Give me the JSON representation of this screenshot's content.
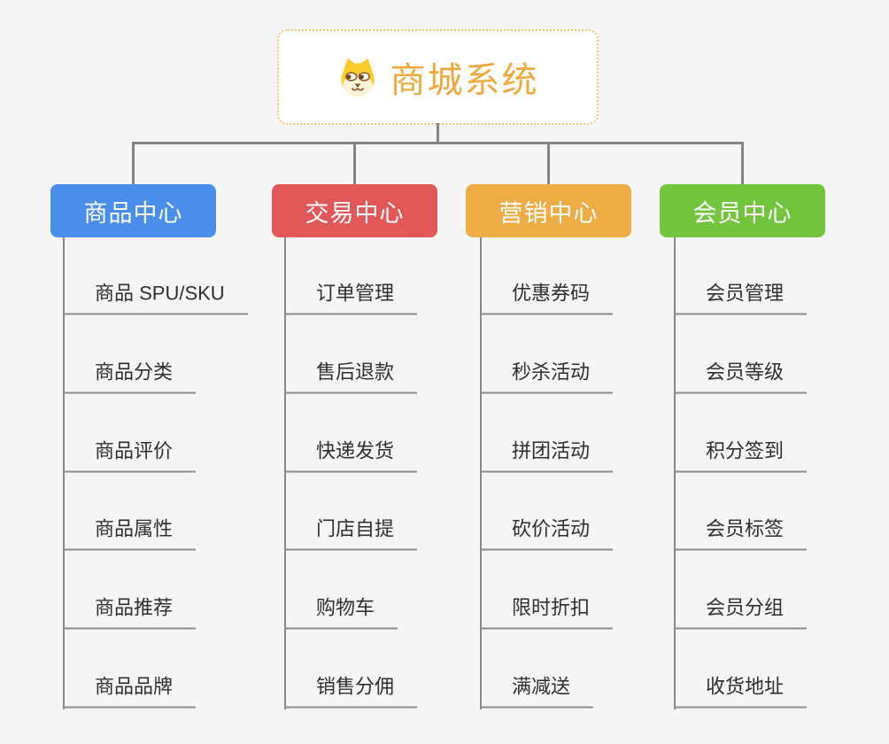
{
  "root": {
    "title": "商城系统",
    "icon": "dog-face-icon",
    "accent_color": "#efa93c",
    "border_color": "#f2c471",
    "background_color": "#ffffff"
  },
  "canvas": {
    "background_color": "#f5f5f6",
    "connector_color": "#848484"
  },
  "branches": [
    {
      "label": "商品中心",
      "color": "#4a8eec",
      "text_color": "#ffffff",
      "items": [
        "商品 SPU/SKU",
        "商品分类",
        "商品评价",
        "商品属性",
        "商品推荐",
        "商品品牌"
      ]
    },
    {
      "label": "交易中心",
      "color": "#e25858",
      "text_color": "#ffffff",
      "items": [
        "订单管理",
        "售后退款",
        "快递发货",
        "门店自提",
        "购物车",
        "销售分佣"
      ]
    },
    {
      "label": "营销中心",
      "color": "#edac44",
      "text_color": "#ffffff",
      "items": [
        "优惠券码",
        "秒杀活动",
        "拼团活动",
        "砍价活动",
        "限时折扣",
        "满减送"
      ]
    },
    {
      "label": "会员中心",
      "color": "#72c53d",
      "text_color": "#ffffff",
      "items": [
        "会员管理",
        "会员等级",
        "积分签到",
        "会员标签",
        "会员分组",
        "收货地址"
      ]
    }
  ]
}
